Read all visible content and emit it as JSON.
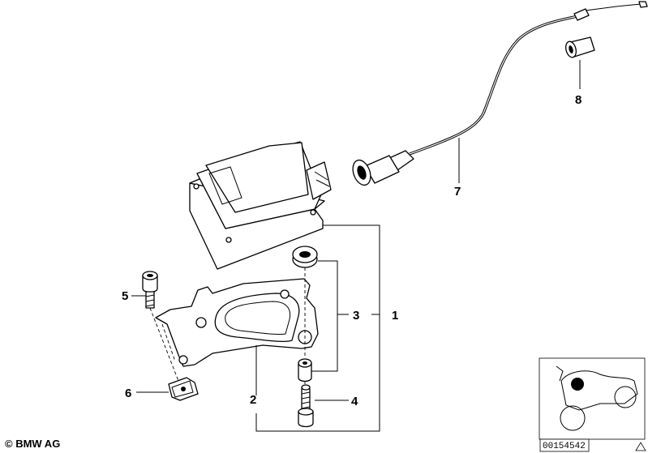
{
  "labels": {
    "p1": "1",
    "p2": "2",
    "p3": "3",
    "p4": "4",
    "p5": "5",
    "p6": "6",
    "p7": "7",
    "p8": "8"
  },
  "copyright": "© BMW AG",
  "doc_number": "00154542",
  "colors": {
    "ink": "#000000",
    "paper": "#ffffff"
  },
  "icons": {
    "thumbnail": "motorcycle-thumbnail-icon",
    "warning": "triangle-icon"
  }
}
